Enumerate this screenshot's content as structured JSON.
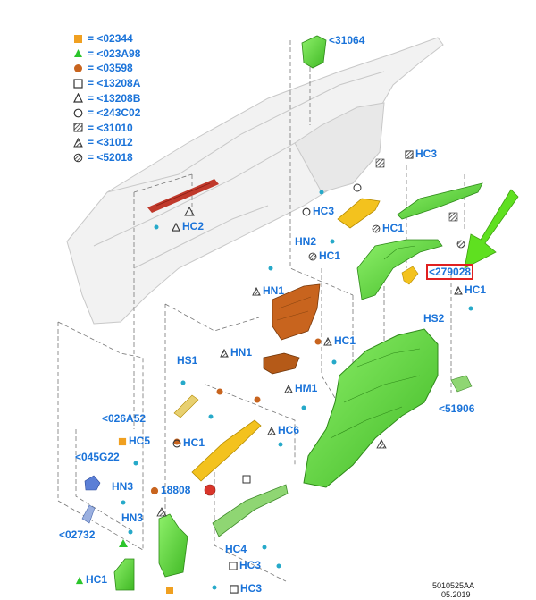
{
  "legend": [
    {
      "symbol": "square-orange",
      "label": "= <02344"
    },
    {
      "symbol": "triangle-green",
      "label": "= <023A98"
    },
    {
      "symbol": "circle-orange",
      "label": "= <03598"
    },
    {
      "symbol": "square-outline",
      "label": "= <13208A"
    },
    {
      "symbol": "triangle-outline",
      "label": "= <13208B"
    },
    {
      "symbol": "circle-outline",
      "label": "= <243C02"
    },
    {
      "symbol": "square-hatched",
      "label": "= <31010"
    },
    {
      "symbol": "triangle-hatched",
      "label": "= <31012"
    },
    {
      "symbol": "circle-hatched",
      "label": "= <52018"
    }
  ],
  "labels": {
    "p31064": "<31064",
    "hc3_top": "HC3",
    "hc3_left": "HC3",
    "hc2": "HC2",
    "hc1_mid": "HC1",
    "hn2": "HN2",
    "hc1_upper": "HC1",
    "hn1_upper": "HN1",
    "p279028": "<279028",
    "hc1_right": "HC1",
    "hs2": "HS2",
    "hn1_lower": "HN1",
    "hc1_center": "HC1",
    "hs1": "HS1",
    "hm1": "HM1",
    "p51906": "<51906",
    "p026a52": "<026A52",
    "hc5": "HC5",
    "hc1_left": "HC1",
    "hc6": "HC6",
    "p045g22": "<045G22",
    "hn3_a": "HN3",
    "p18808": "18808",
    "hn3_b": "HN3",
    "p02732": "<02732",
    "hc4": "HC4",
    "hc3_bottom": "HC3",
    "hc1_bottom": "HC1",
    "hc3_base": "HC3"
  },
  "reference": {
    "code": "5010525AA",
    "date": "05.2019"
  },
  "colors": {
    "label": "#1a73d9",
    "green_part": "#5fd13a",
    "orange_part": "#c8641e",
    "yellow_part": "#f3c21e",
    "highlight": "#e02020",
    "arrow": "#5fe020"
  }
}
